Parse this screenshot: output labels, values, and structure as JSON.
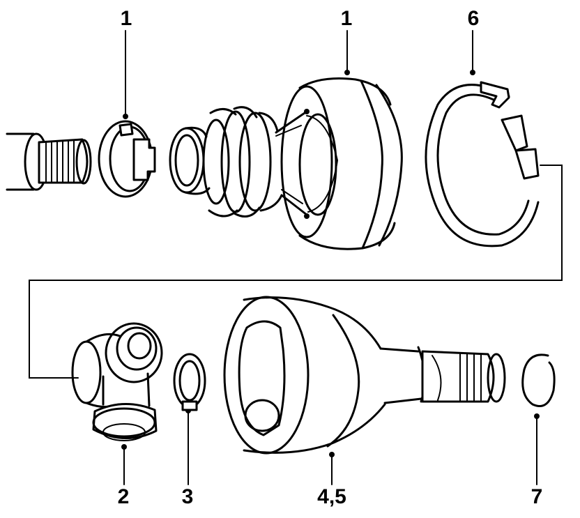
{
  "callouts": {
    "top_left_1": "1",
    "top_center_1": "1",
    "top_right_6": "6",
    "bottom_2": "2",
    "bottom_3": "3",
    "bottom_45": "4,5",
    "bottom_7": "7"
  },
  "colors": {
    "line": "#000000",
    "background": "#ffffff"
  }
}
